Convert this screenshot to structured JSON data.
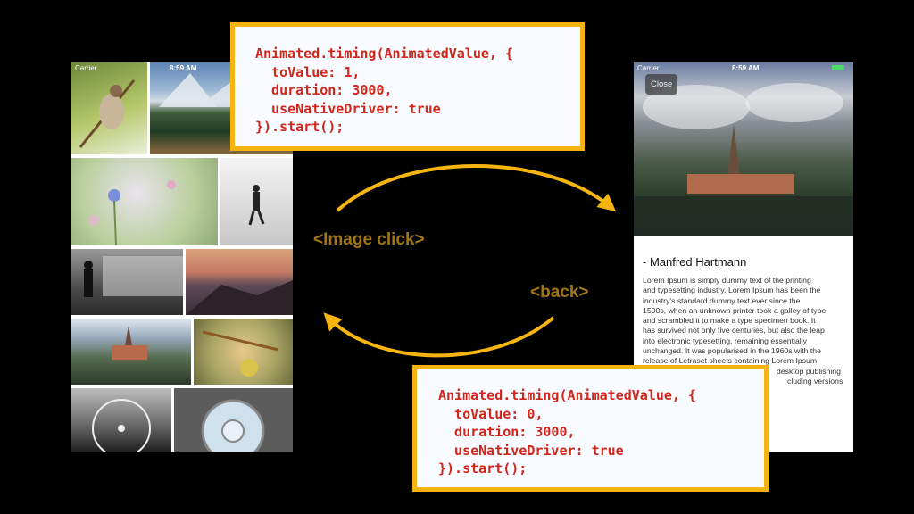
{
  "grid_phone": {
    "status": {
      "carrier": "Carrier",
      "time": "8:59 AM"
    },
    "photos": [
      "bird on branch",
      "mountain lake road",
      "flower meadow",
      "person in white hall",
      "street with bus",
      "mountain sunset",
      "town by river",
      "dragonfly",
      "ferris wheel",
      "skylight dome"
    ]
  },
  "detail_phone": {
    "status": {
      "carrier": "Carrier",
      "time": "8:59 AM"
    },
    "close_label": "Close",
    "author": "- Manfred Hartmann",
    "lines": [
      "Lorem Ipsum is simply dummy text of the printing",
      "and typesetting industry. Lorem Ipsum has been the",
      "industry's standard dummy text ever since the",
      "1500s, when an unknown printer took a galley of type",
      "and scrambled it to make a type specimen book. It",
      "has survived not only five centuries, but also the leap",
      "into electronic typesetting, remaining essentially",
      "unchanged. It was popularised in the 1960s with the",
      "release of Letraset sheets containing Lorem Ipsum",
      "desktop publishing",
      "cluding versions of"
    ]
  },
  "code_open": {
    "lines": [
      "Animated.timing(AnimatedValue, {",
      "  toValue: 1,",
      "  duration: 3000,",
      "  useNativeDriver: true",
      "}).start();"
    ]
  },
  "code_close": {
    "lines": [
      "Animated.timing(AnimatedValue, {",
      "  toValue: 0,",
      "  duration: 3000,",
      "  useNativeDriver: true",
      "}).start();"
    ]
  },
  "labels": {
    "image_click": "<Image click>",
    "back": "<back>"
  },
  "colors": {
    "accent": "#f5b40f",
    "code_text": "#d2261b",
    "label_text": "#a07615",
    "background": "#000000"
  }
}
